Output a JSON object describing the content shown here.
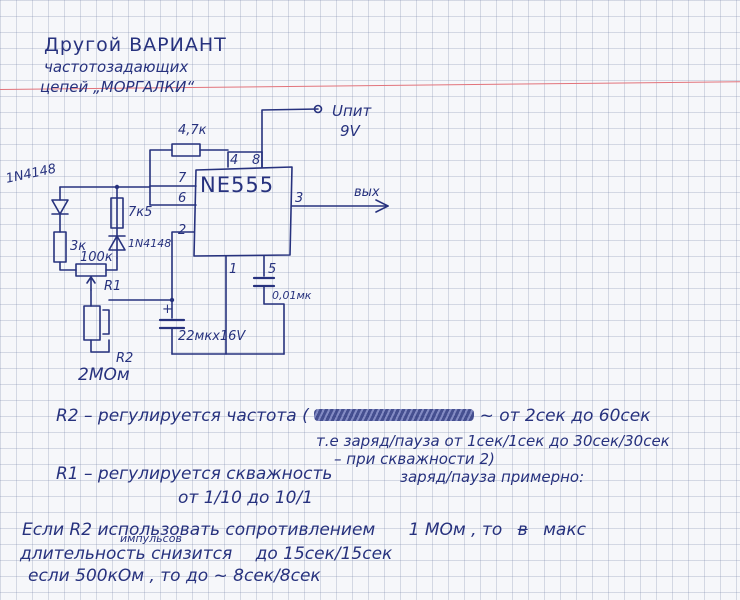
{
  "title": {
    "line1": "Другой ВАРИАНТ",
    "line2": "частотозадающих",
    "line3": "цепей „МОРГАЛКИ“"
  },
  "chip": {
    "name": "NE555",
    "pins": {
      "p4": "4",
      "p8": "8",
      "p7": "7",
      "p6": "6",
      "p2": "2",
      "p3": "3",
      "p1": "1",
      "p5": "5"
    }
  },
  "labels": {
    "r_top": "4,7к",
    "supply_symbol": "Uпит",
    "supply_value": "9V",
    "output": "вых",
    "diode1": "1N4148",
    "diode2": "1N4148",
    "r_7k5": "7к5",
    "r_3k": "3к",
    "r1_value": "100к",
    "r1_name": "R1",
    "r2_name": "R2",
    "r2_value": "2МОм",
    "cap_main": "22мкх16V",
    "cap_main_plus": "+",
    "cap_small": "0,01мк"
  },
  "notes": {
    "n1a": "R2 – регулируется частота (",
    "n1b": "~ от 2сек до 60сек",
    "n2": "т.е   заряд/пауза  от 1сек/1сек до 30сек/30сек",
    "n3": "– при скважности 2)",
    "n4a": "R1 – регулируется скважность",
    "n4b": "заряд/пауза  примерно:",
    "n5": "от  1/10  до  10/1",
    "n6a": "Если  R2 использовать сопротивлением",
    "n6b": "1 МОм ,  то",
    "n6c": "макс",
    "n7a": "длительность",
    "n7b": "снизится",
    "n7c": "до  15сек/15сек",
    "n7sup": "импульсов",
    "n8": "если  500кОм , то до ~ 8сек/8сек",
    "strike_word": "в"
  },
  "colors": {
    "ink": "#27327e",
    "paper": "#f6f7fa",
    "grid": "#8c98bb",
    "margin": "#e2737b"
  }
}
